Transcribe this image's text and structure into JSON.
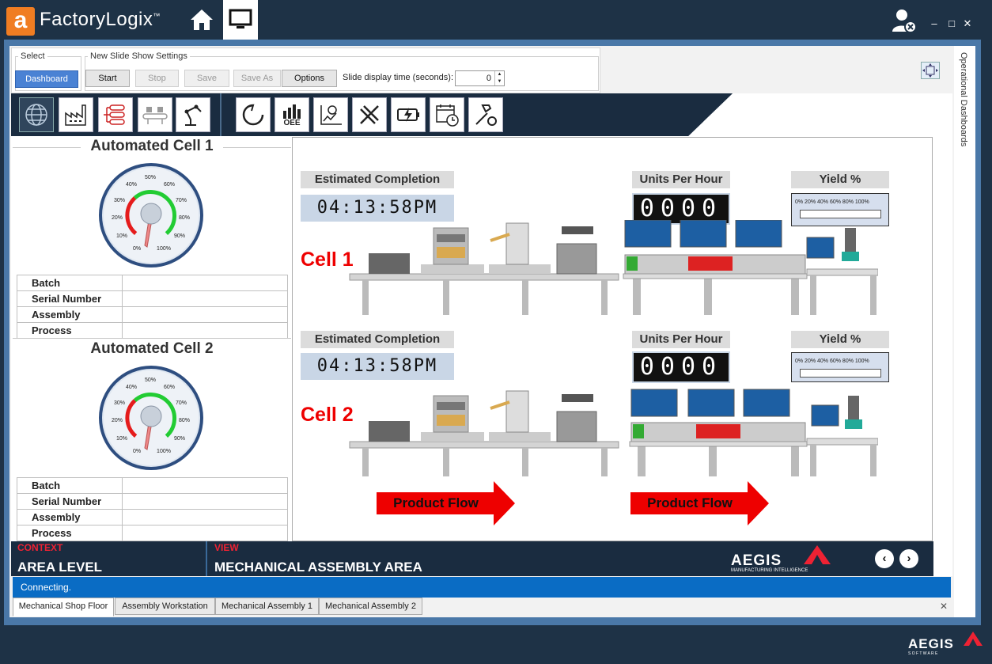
{
  "app": {
    "logo_letter": "a",
    "title": "FactoryLogix",
    "trademark": "™"
  },
  "window_controls": {
    "minimize": "–",
    "maximize": "□",
    "close": "✕"
  },
  "toolbar": {
    "select_group": "Select",
    "dashboard": "Dashboard",
    "settings_group": "New Slide Show Settings",
    "start": "Start",
    "stop": "Stop",
    "save": "Save",
    "save_as": "Save As",
    "options": "Options",
    "display_time_label": "Slide display time (seconds):",
    "display_time_value": "0"
  },
  "side_panel": {
    "label": "Operational Dashboards"
  },
  "icon_bar": {
    "left": [
      "globe-icon",
      "factory-icon",
      "network-icon",
      "conveyor-icon",
      "robot-arm-icon"
    ],
    "right": [
      "refresh-icon",
      "oee-icon",
      "user-chart-icon",
      "tools-icon",
      "energy-icon",
      "calendar-clock-icon",
      "hammer-wrench-icon"
    ],
    "oee_text": "OEE"
  },
  "cells": [
    {
      "title": "Automated Cell 1",
      "gauge_value_percent": 0,
      "gauge_ticks": [
        "0%",
        "10%",
        "20%",
        "30%",
        "40%",
        "50%",
        "60%",
        "70%",
        "80%",
        "90%",
        "100%"
      ],
      "rows": [
        {
          "label": "Batch",
          "value": ""
        },
        {
          "label": "Serial Number",
          "value": ""
        },
        {
          "label": "Assembly",
          "value": ""
        },
        {
          "label": "Process",
          "value": ""
        }
      ]
    },
    {
      "title": "Automated Cell 2",
      "gauge_value_percent": 0,
      "gauge_ticks": [
        "0%",
        "10%",
        "20%",
        "30%",
        "40%",
        "50%",
        "60%",
        "70%",
        "80%",
        "90%",
        "100%"
      ],
      "rows": [
        {
          "label": "Batch",
          "value": ""
        },
        {
          "label": "Serial Number",
          "value": ""
        },
        {
          "label": "Assembly",
          "value": ""
        },
        {
          "label": "Process",
          "value": ""
        }
      ]
    }
  ],
  "lines": [
    {
      "label": "Cell 1",
      "est_header": "Estimated Completion",
      "est_value": "04:13:58PM",
      "uph_header": "Units Per Hour",
      "uph_value": "0000",
      "yield_header": "Yield %",
      "yield_scale": "0%  20%  40%  60%  80% 100%",
      "yield_value_percent": 0
    },
    {
      "label": "Cell 2",
      "est_header": "Estimated Completion",
      "est_value": "04:13:58PM",
      "uph_header": "Units Per Hour",
      "uph_value": "0000",
      "yield_header": "Yield %",
      "yield_scale": "0%  20%  40%  60%  80% 100%",
      "yield_value_percent": 0
    }
  ],
  "flow": [
    "Product Flow",
    "Product Flow"
  ],
  "context": {
    "context_label": "CONTEXT",
    "context_value": "AREA LEVEL",
    "view_label": "VIEW",
    "view_value": "MECHANICAL ASSEMBLY AREA",
    "brand": "AEGIS",
    "brand_sub": "MANUFACTURING INTELLIGENCE"
  },
  "status": "Connecting.",
  "tabs": [
    "Mechanical Shop Floor",
    "Assembly Workstation",
    "Mechanical Assembly 1",
    "Mechanical Assembly 2"
  ],
  "footer": {
    "brand": "AEGIS",
    "brand_sub": "S O F T W A R E"
  },
  "colors": {
    "accent": "#f07d22",
    "status": "#0a6cc4",
    "navy": "#1a2c40",
    "alert": "#e00000"
  }
}
